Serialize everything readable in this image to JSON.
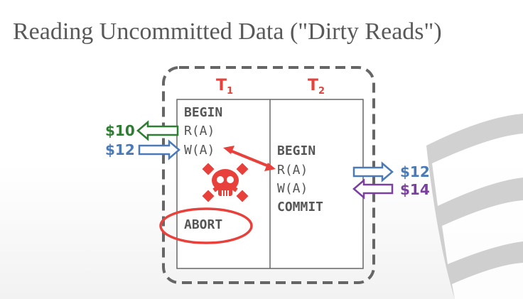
{
  "slide": {
    "title": "Reading Uncommitted Data (\"Dirty Reads\")"
  },
  "transactions": {
    "t1": {
      "name": "T",
      "subscript": "1",
      "ops": {
        "begin": "BEGIN",
        "read": "R(A)",
        "write": "W(A)",
        "abort": "ABORT"
      }
    },
    "t2": {
      "name": "T",
      "subscript": "2",
      "ops": {
        "begin": "BEGIN",
        "read": "R(A)",
        "write": "W(A)",
        "commit": "COMMIT"
      }
    }
  },
  "values": {
    "t1_read": "$10",
    "t1_write": "$12",
    "t2_read": "$12",
    "t2_write": "$14"
  },
  "colors": {
    "title": "#595959",
    "label_red": "#e8413c",
    "read_green": "#2e7d32",
    "blue": "#4a7ab8",
    "purple": "#7b3fa0",
    "border": "#666666"
  },
  "icons": {
    "conflict": "skull-crossbones-icon",
    "database": "database-cylinder-icon"
  }
}
